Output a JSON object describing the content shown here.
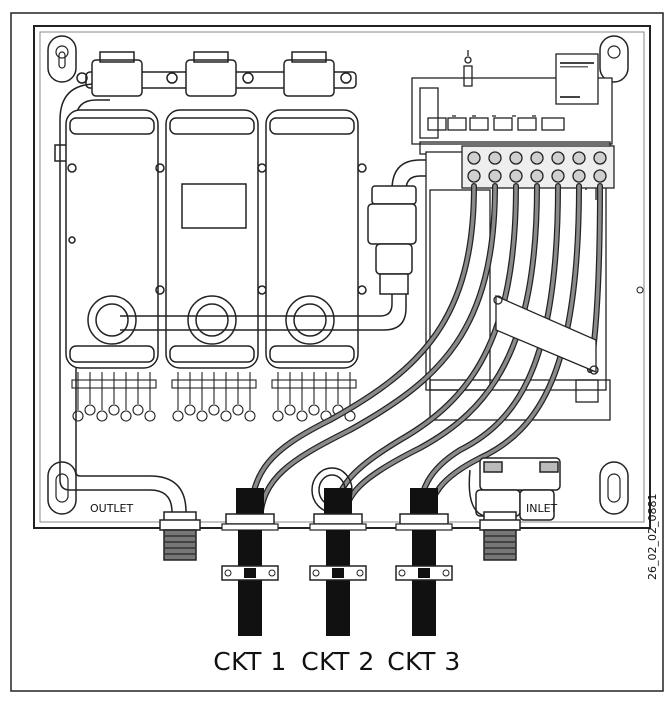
{
  "labels": {
    "outlet": "OUTLET",
    "inlet": "INLET",
    "drawing_id": "26_02_02_0881",
    "circuits": [
      "CKT 1",
      "CKT 2",
      "CKT 3"
    ]
  },
  "colors": {
    "line": "#222222",
    "cable": "#8a8a8a",
    "conduit": "#111111",
    "panel": "#ffffff"
  }
}
